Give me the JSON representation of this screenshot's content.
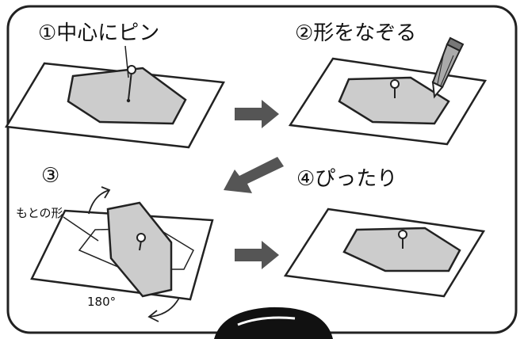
{
  "steps": {
    "step1": "①中心にピン",
    "step2": "②形をなぞる",
    "step3": "③",
    "step4": "④ぴったり"
  },
  "labels": {
    "original_shape": "もとの形",
    "rotation": "180°"
  },
  "colors": {
    "frame": "#222222",
    "shape_fill": "#cccccc",
    "arrow": "#555555",
    "pencil": "#aaaaaa"
  }
}
